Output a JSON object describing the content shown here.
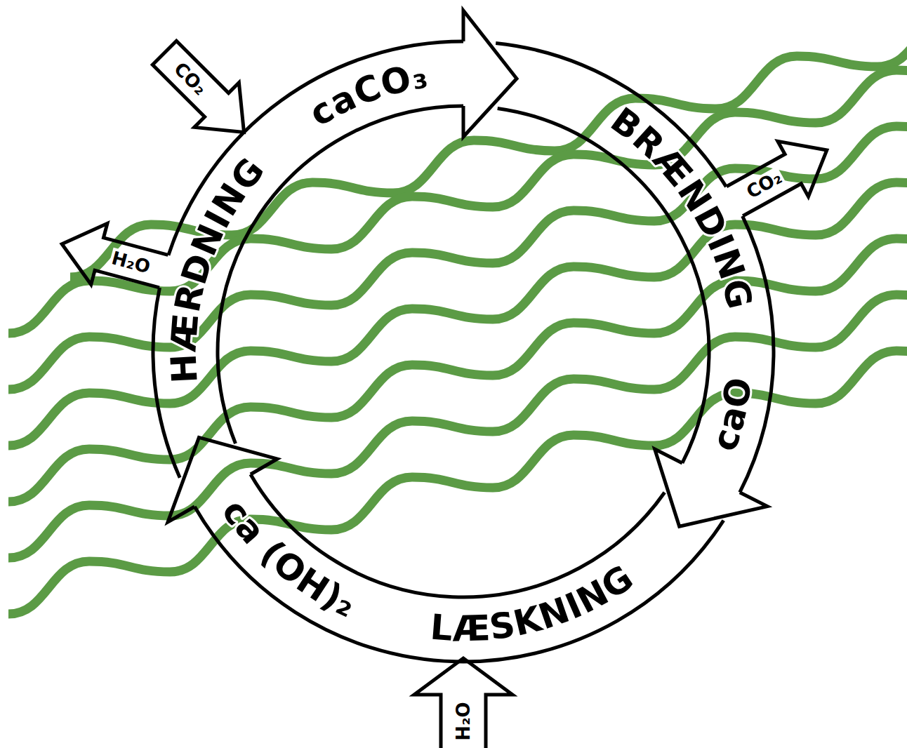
{
  "diagram": {
    "labels": [
      "CO₂",
      "caCO₃",
      "BRÆNDING",
      "CO₂",
      "H₂O",
      "HÆRDNING",
      "caO",
      "ca (OH)₂",
      "LÆSKNING",
      "H₂O"
    ]
  }
}
